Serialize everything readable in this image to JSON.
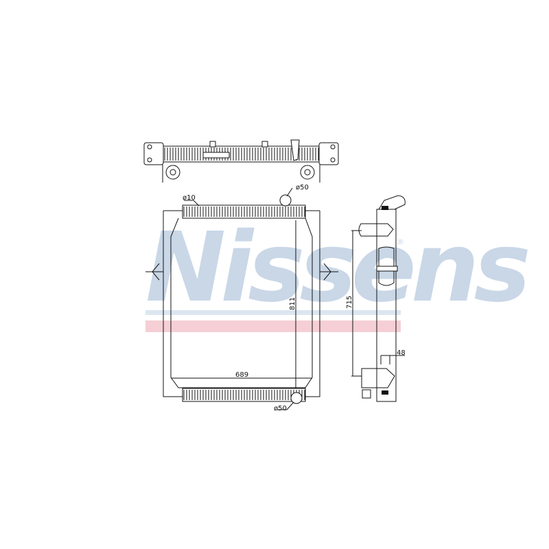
{
  "watermark": {
    "brand": "Nissens",
    "registered_mark": "®",
    "colors": {
      "text": "#c9d7e7",
      "stripe_blue": "#dce6f1",
      "stripe_pink": "#f5cfd5"
    }
  },
  "dimensions": {
    "inlet_small_diameter": "ø10",
    "top_outlet_diameter": "ø50",
    "bottom_outlet_diameter": "ø50",
    "core_height": "811",
    "core_width": "689",
    "mount_height": "715",
    "depth": "48"
  }
}
